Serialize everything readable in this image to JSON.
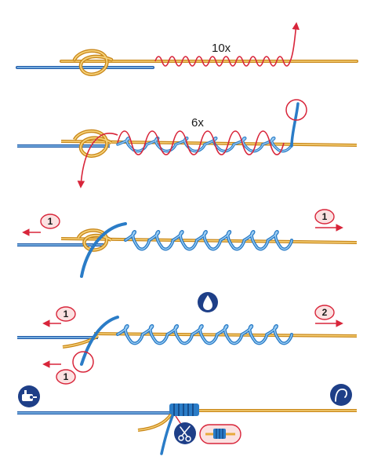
{
  "wrap_counts": {
    "first": "10x",
    "second": "6x"
  },
  "step_markers": {
    "s3_left": "1",
    "s3_right": "1",
    "s4_left": "1",
    "s4_right": "2",
    "s4_tag": "1"
  },
  "icons": {
    "lubricate": "water-drop-icon",
    "reel": "fishing-reel-icon",
    "hook": "fishing-hook-icon",
    "trim": "scissors-icon",
    "finished": "finished-knot-icon"
  },
  "colors": {
    "blue_line": "#2a7cc7",
    "yellow_line": "#e8a93a",
    "red_line": "#d8253a",
    "marker_fill": "#fbe1e1",
    "icon_bg": "#1e3f88"
  }
}
